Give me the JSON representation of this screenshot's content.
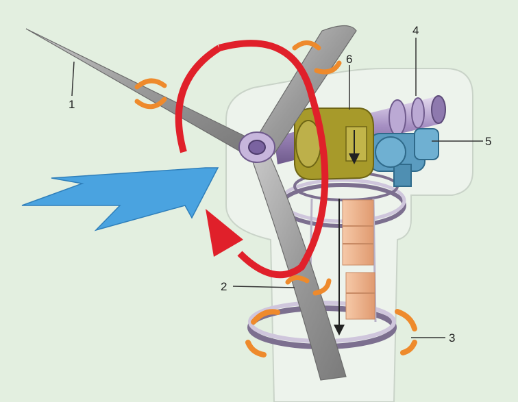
{
  "labels": {
    "one": "1",
    "two": "2",
    "three": "3",
    "four": "4",
    "five": "5",
    "six": "6"
  },
  "colors": {
    "background": "#e3efe0",
    "rotation_arrow": "#e0202a",
    "yaw_arrows": "#ee8a2c",
    "wind_arrow": "#4aa3e0",
    "gear_casing": "#a79a2a",
    "generator": "#4f8fb2",
    "shaft": "#a58ec2",
    "blade": "#9a9a9a",
    "brake_pads": "#f0b48e"
  },
  "icons": [
    "wind-arrow",
    "rotation-arrow",
    "yaw-arrow",
    "pitch-arrow",
    "turntable-ring"
  ]
}
